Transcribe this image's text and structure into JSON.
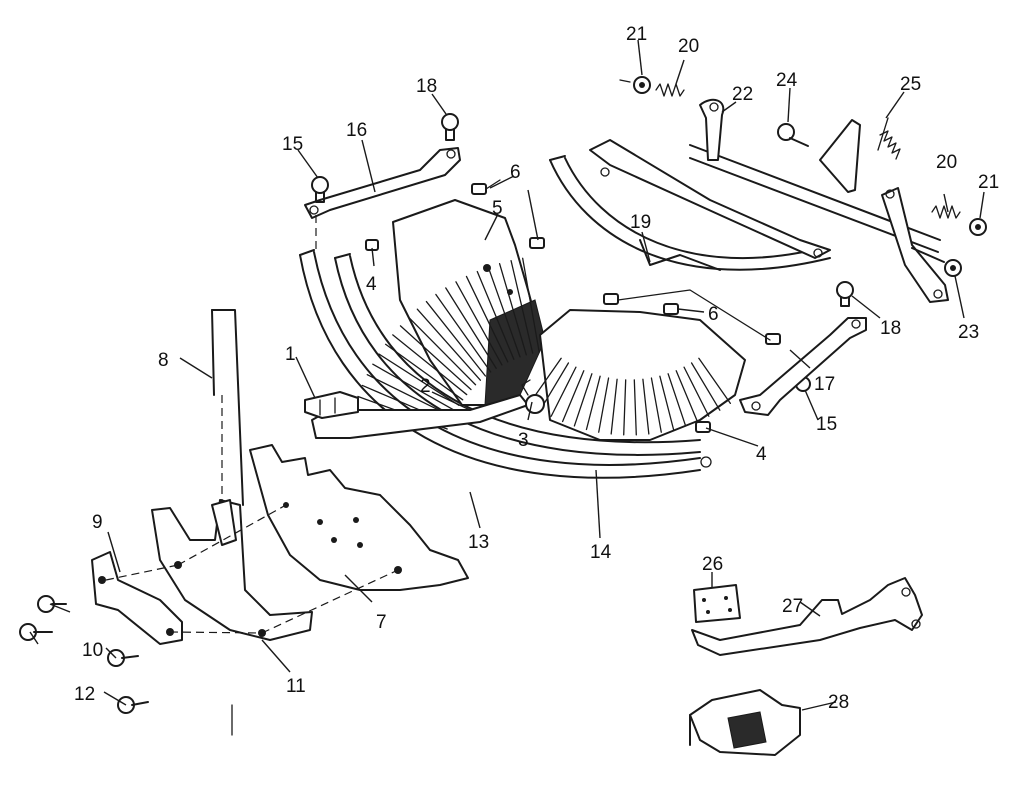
{
  "diagram": {
    "callouts": [
      "1",
      "2",
      "3",
      "4",
      "4",
      "5",
      "6",
      "6",
      "7",
      "8",
      "9",
      "10",
      "11",
      "12",
      "13",
      "14",
      "15",
      "15",
      "16",
      "17",
      "18",
      "18",
      "19",
      "20",
      "20",
      "21",
      "21",
      "22",
      "23",
      "24",
      "25",
      "26",
      "27",
      "28"
    ]
  }
}
